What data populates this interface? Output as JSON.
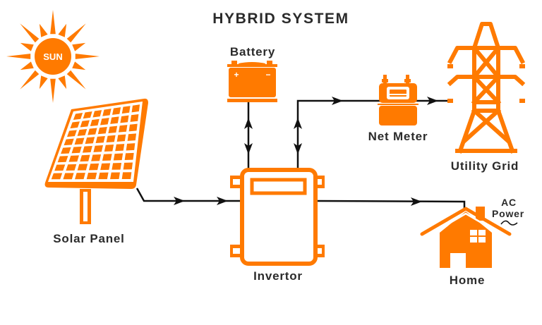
{
  "title": "HYBRID SYSTEM",
  "colors": {
    "accent": "#FF7A00",
    "text": "#2B2B2B",
    "wire": "#111111",
    "background": "#FFFFFF"
  },
  "nodes": {
    "sun": {
      "label": "SUN",
      "icon": "sun-icon"
    },
    "solar_panel": {
      "label": "Solar Panel",
      "icon": "solar-panel-icon",
      "grid_columns": 7,
      "grid_rows": 8
    },
    "battery": {
      "label": "Battery",
      "icon": "battery-icon",
      "plus": "+",
      "minus": "−"
    },
    "inverter": {
      "label": "Invertor",
      "icon": "inverter-icon"
    },
    "net_meter": {
      "label": "Net Meter",
      "icon": "net-meter-icon"
    },
    "utility_grid": {
      "label": "Utility Grid",
      "icon": "power-tower-icon"
    },
    "home": {
      "label": "Home",
      "icon": "house-icon"
    },
    "ac_power": {
      "line1": "AC",
      "line2": "Power",
      "icon": "sine-wave-icon"
    }
  },
  "connections": [
    {
      "from": "Solar Panel",
      "to": "Invertor",
      "direction": "one-way"
    },
    {
      "from": "Battery",
      "to": "Invertor",
      "direction": "two-way"
    },
    {
      "from": "Invertor",
      "to": "Net Meter",
      "direction": "two-way"
    },
    {
      "from": "Net Meter",
      "to": "Utility Grid",
      "direction": "one-way"
    },
    {
      "from": "Invertor",
      "to": "Home",
      "direction": "one-way"
    }
  ]
}
